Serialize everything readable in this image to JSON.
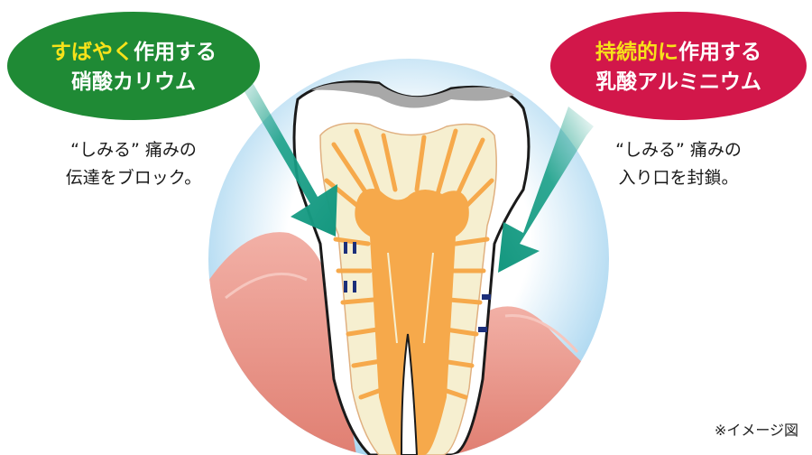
{
  "left_callout": {
    "highlight": "すばやく",
    "line1_rest": "作用する",
    "line2": "硝酸カリウム",
    "bubble_color": "#1f8a35",
    "highlight_color": "#f7e21a",
    "description": [
      "“しみる” 痛みの",
      "伝達をブロック。"
    ]
  },
  "right_callout": {
    "highlight": "持続的に",
    "line1_rest": "作用する",
    "line2": "乳酸アルミニウム",
    "bubble_color": "#d2174a",
    "highlight_color": "#f7e21a",
    "description": [
      "“しみる” 痛みの",
      "入り口を封鎖。"
    ]
  },
  "note": "※イメージ図",
  "colors": {
    "circle_sky": "#b9dff3",
    "gum": "#e9958a",
    "dentin": "#f6efd0",
    "pulp": "#f6a94b",
    "enamel": "#ffffff",
    "arrow": "#1aa088",
    "marker": "#1c2f7a"
  }
}
